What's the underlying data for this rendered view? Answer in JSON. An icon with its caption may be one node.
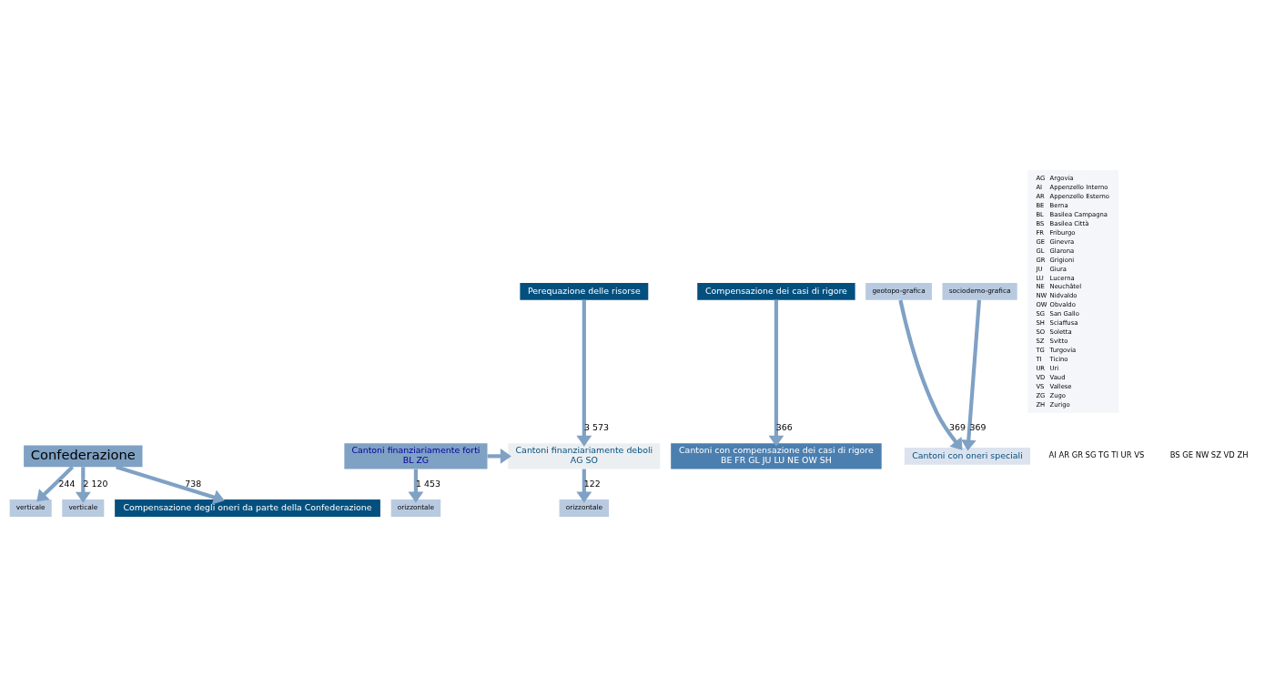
{
  "diagram": {
    "nodes": [
      {
        "text": [
          "Confederazione"
        ]
      },
      {
        "text": [
          "verticale"
        ]
      },
      {
        "text": [
          "orizzontale"
        ]
      },
      {
        "text": [
          "Compensazione dei casi di rigore"
        ]
      },
      {
        "text": [
          "verticale"
        ]
      },
      {
        "text": [
          "orizzontale"
        ]
      },
      {
        "text": [
          "Perequazione delle risorse"
        ]
      },
      {
        "text": [
          "Compensazione degli oneri da parte della Confederazione"
        ]
      },
      {
        "text": [
          "geotopo-grafica"
        ]
      },
      {
        "text": [
          "sociodemo-grafica"
        ]
      },
      {
        "text": [
          "Cantoni finanziariamente deboli",
          "AG SO"
        ]
      },
      {
        "text": [
          "Cantoni finanziariamente forti",
          "BL ZG"
        ]
      },
      {
        "text": [
          "Cantoni con oneri speciali"
        ]
      },
      {
        "text": [
          "Cantoni con compensazione dei casi di rigore",
          "BE FR GL JU LU NE OW SH"
        ]
      }
    ],
    "edges": [
      {
        "from": 0,
        "to": 1,
        "arrow": "to",
        "label": "244"
      },
      {
        "from": 0,
        "to": 4,
        "arrow": "to",
        "label": "2 120"
      },
      {
        "from": 0,
        "to": 7,
        "arrow": "to",
        "label": "738"
      },
      {
        "from": 10,
        "to": 2,
        "arrow": "to",
        "label": "122"
      },
      {
        "from": 11,
        "to": 5,
        "arrow": "to",
        "label": "1 453"
      },
      {
        "from": 3,
        "to": 13,
        "arrow": "to",
        "label": "366"
      },
      {
        "from": 6,
        "to": 10,
        "arrow": "to",
        "label": "3 573"
      },
      {
        "from": 11,
        "to": 10,
        "arrow": "to"
      },
      {
        "from": 8,
        "to": 12,
        "arrow": "to",
        "label": "369"
      },
      {
        "from": 9,
        "to": 12,
        "arrow": "to",
        "label": "369"
      }
    ],
    "labels": [
      "AI AR GR SG TG TI UR VS",
      "BS GE NW SZ VD ZH",
      "AG",
      "Argovia",
      "AI",
      "Appenzello Interno",
      "AR",
      "Appenzello Esterno",
      "BE",
      "Berna",
      "BL",
      "Basilea Campagna",
      "BS",
      "Basilea Città",
      "FR",
      "Friburgo",
      "GE",
      "Ginevra",
      "GL",
      "Glarona",
      "GR",
      "Grigioni",
      "JU",
      "Giura",
      "LU",
      "Lucerna",
      "NE",
      "Neuchâtel",
      "NW",
      "Nidvaldo",
      "OW",
      "Obvaldo",
      "SG",
      "San Gallo",
      "SH",
      "Sciaffusa",
      "SO",
      "Soletta",
      "SZ",
      "Svitto",
      "TG",
      "Turgovia",
      "TI",
      "Ticino",
      "UR",
      "Uri",
      "VD",
      "Vaud",
      "VS",
      "Vallese",
      "ZG",
      "Zugo",
      "ZH",
      "Zurigo"
    ]
  }
}
